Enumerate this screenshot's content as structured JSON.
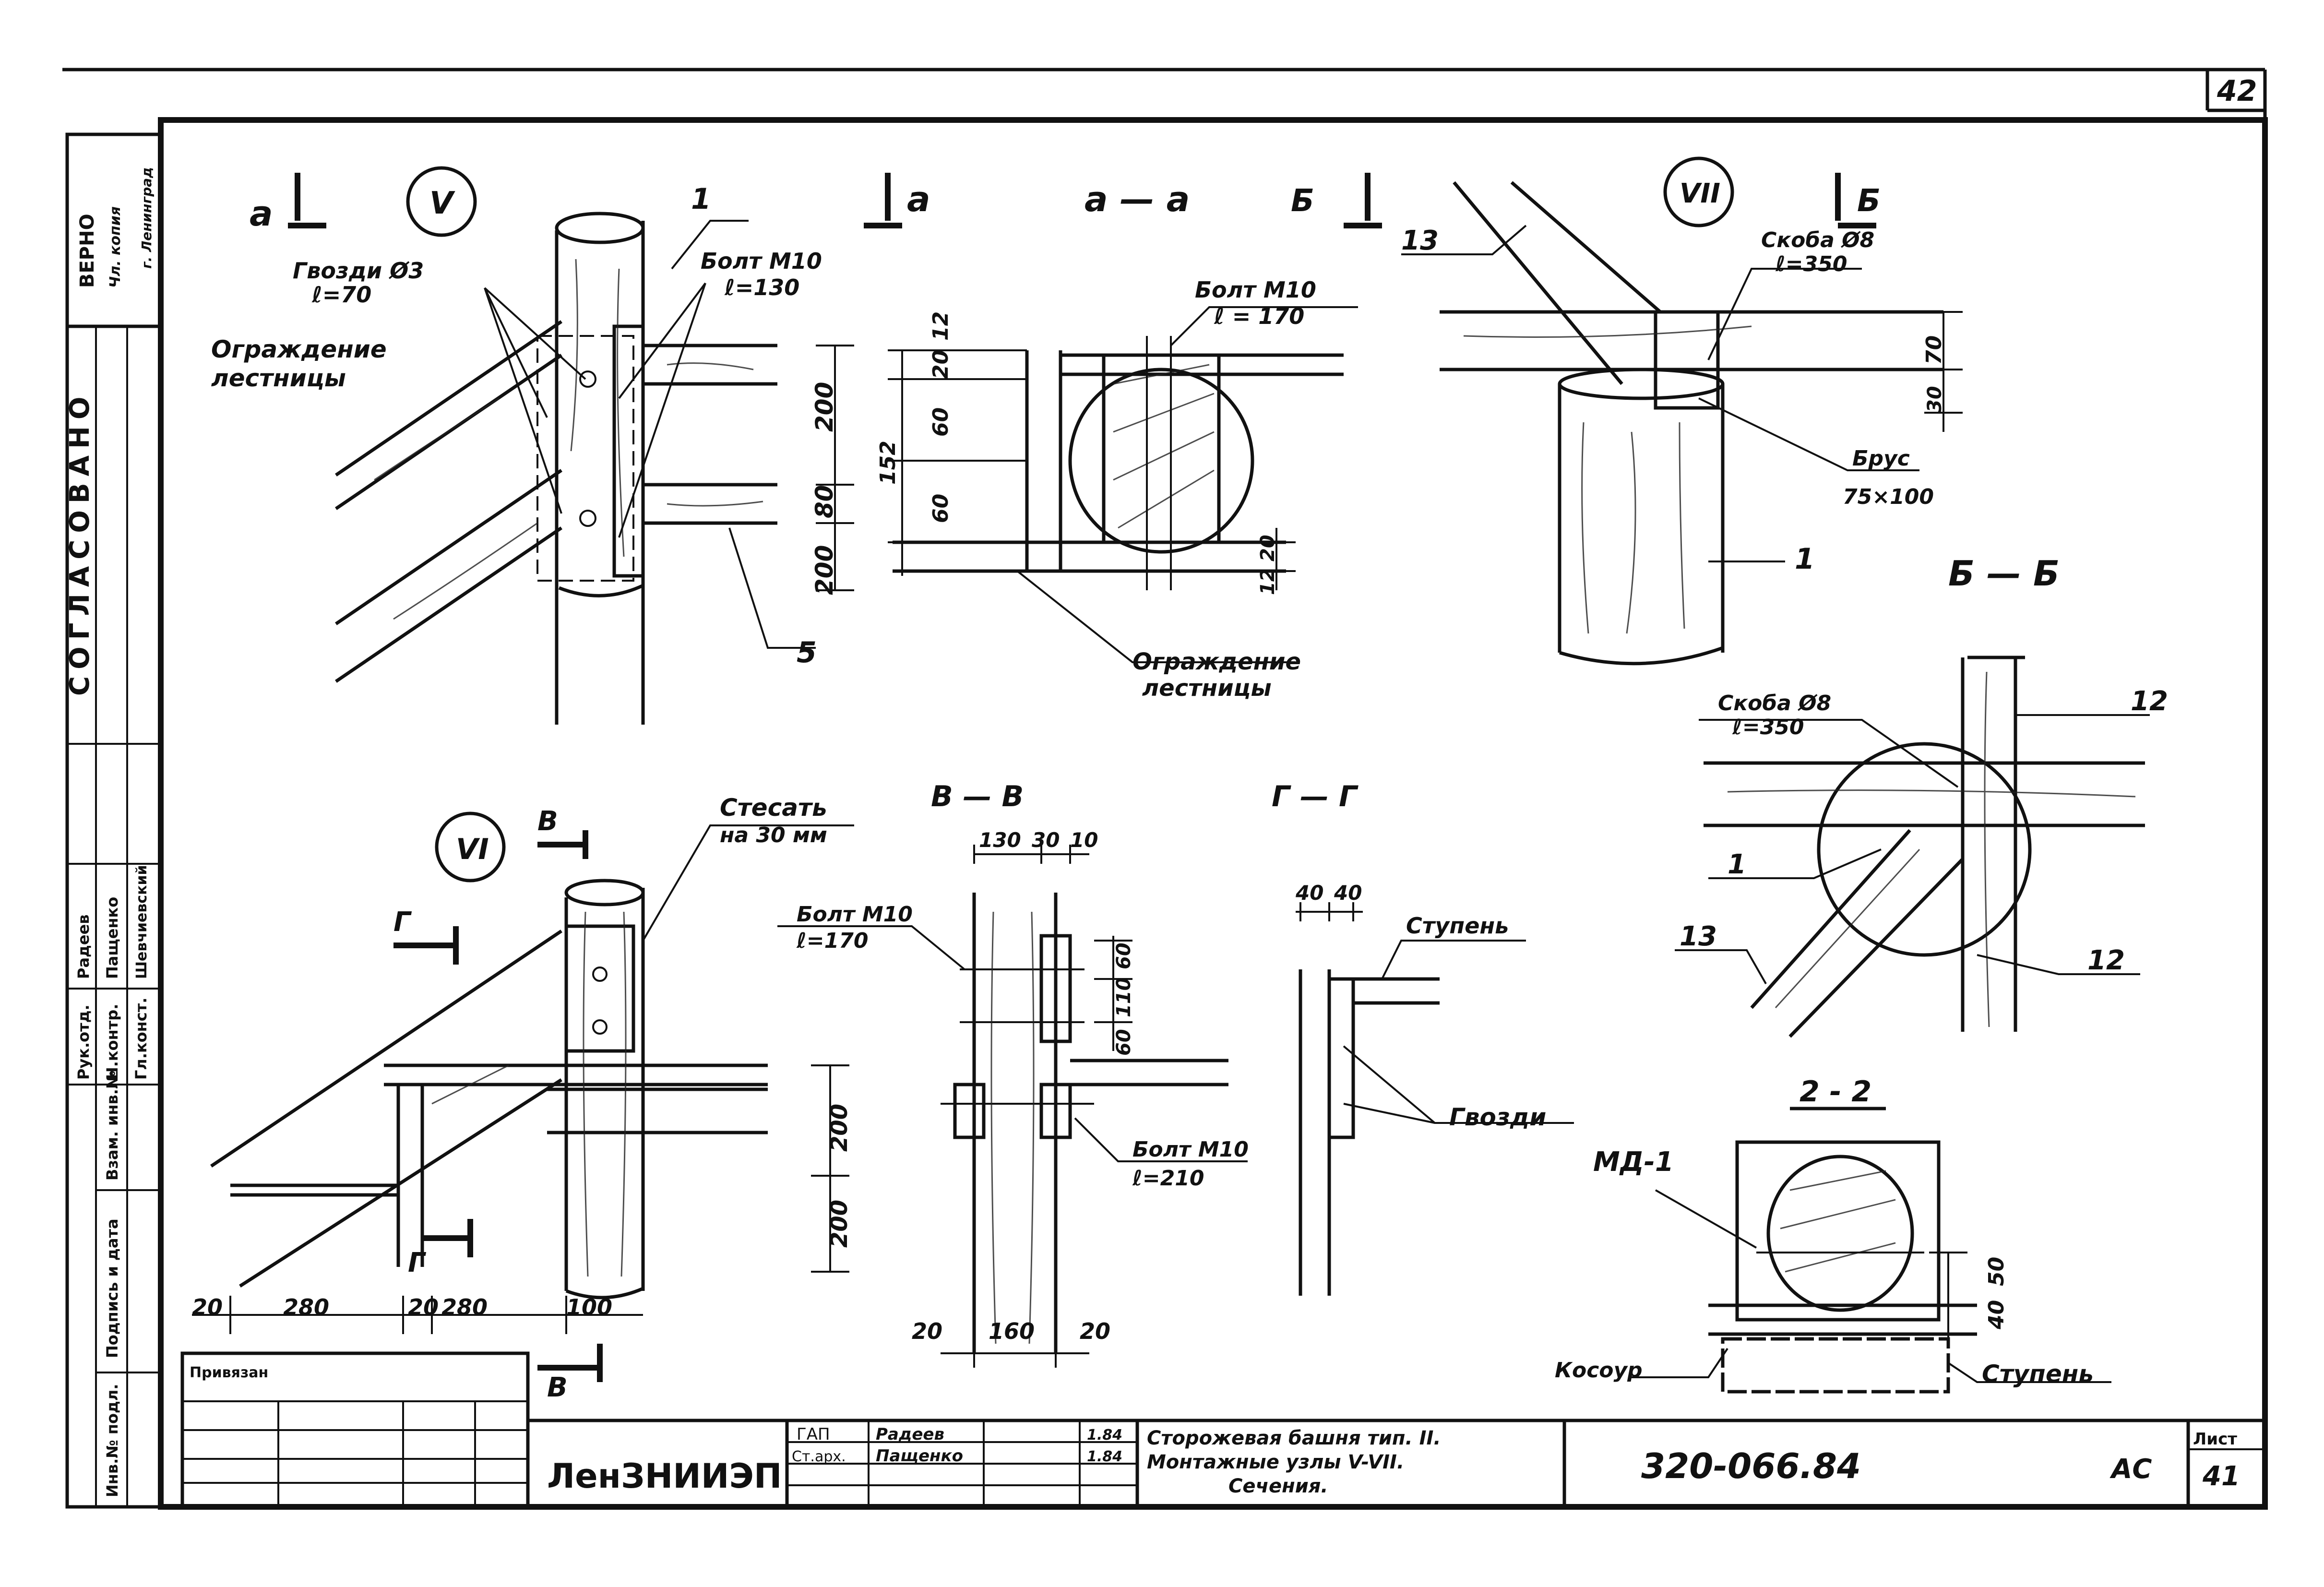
{
  "sheet": {
    "corner_number": "42",
    "organization": "ЛенЗНИИЭП",
    "designation": "320-066.84",
    "stage": "АС",
    "sheet_label": "Лист",
    "sheet_number": "41",
    "title_line1": "Сторожевая башня тип. II.",
    "title_line2": "Монтажные узлы V-VII.",
    "title_line3": "Сечения.",
    "privyazan": "Привязан"
  },
  "left_strip": {
    "verno": "ВЕРНО",
    "copy_note": "Чл. копия",
    "city": "г. Ленинград",
    "soglasovano": "СОГЛАСОВАНО",
    "roles": [
      "Рук.отд.",
      "Н.контр.",
      "Гл.конст."
    ],
    "names": [
      "Радеев",
      "Пащенко",
      "Шевчиевский"
    ],
    "inv_labels": [
      "Инв.№ подл.",
      "Подпись и дата",
      "Взам. инв.№"
    ]
  },
  "stamp": {
    "rows": [
      {
        "role": "ГАП",
        "name": "Радеев",
        "date": "1.84"
      },
      {
        "role": "Ст.арх.",
        "name": "Пащенко",
        "date": "1.84"
      }
    ]
  },
  "node_v": {
    "marker": "V",
    "cut_left": "а",
    "cut_right": "а",
    "callout_1": "1",
    "callout_5": "5",
    "nails": "Гвозди Ø3",
    "nails_len": "ℓ=70",
    "bolt": "Болт М10",
    "bolt_len": "ℓ=130",
    "railing_1": "Ограждение",
    "railing_2": "лестницы",
    "dim_a": "200",
    "dim_b": "80",
    "dim_c": "200"
  },
  "section_aa": {
    "title": "а — а",
    "bolt": "Болт М10",
    "bolt_len": "ℓ = 170",
    "dims_left": [
      "12",
      "20",
      "60",
      "152",
      "60"
    ],
    "dims_right": [
      "20",
      "12"
    ],
    "railing_1": "Ограждение",
    "railing_2": "лестницы"
  },
  "node_vii": {
    "marker": "VII",
    "cut_left": "Б",
    "cut_right": "Б",
    "callout_13": "13",
    "callout_1": "1",
    "bracket": "Скоба Ø8",
    "bracket_len": "ℓ=350",
    "beam": "Брус",
    "beam_size": "75×100",
    "dim_70": "70",
    "dim_30": "30"
  },
  "section_bb": {
    "title": "Б — Б",
    "bracket": "Скоба Ø8",
    "bracket_len": "ℓ=350",
    "callout_12a": "12",
    "callout_12b": "12",
    "callout_1": "1",
    "callout_13": "13"
  },
  "node_vi": {
    "marker": "VI",
    "cut_b": "В",
    "cut_g": "Г",
    "hew_1": "Стесать",
    "hew_2": "на 30 мм",
    "dims_bottom": [
      "20",
      "280",
      "20",
      "280",
      "100"
    ],
    "dims_right": [
      "200",
      "200"
    ]
  },
  "section_vv": {
    "title": "В — В",
    "bolt1": "Болт М10",
    "bolt1_len": "ℓ=170",
    "bolt2": "Болт М10",
    "bolt2_len": "ℓ=210",
    "dims_top": [
      "130",
      "30",
      "10"
    ],
    "dims_right": [
      "60",
      "110",
      "60"
    ],
    "dims_bottom": [
      "20",
      "160",
      "20"
    ]
  },
  "section_gg": {
    "title": "Г — Г",
    "dims_top": [
      "40",
      "40"
    ],
    "step": "Ступень",
    "nails": "Гвозди"
  },
  "section_22": {
    "title": "2 - 2",
    "md": "МД-1",
    "stringer": "Косоур",
    "step": "Ступень",
    "dim_50": "50",
    "dim_40": "40"
  }
}
